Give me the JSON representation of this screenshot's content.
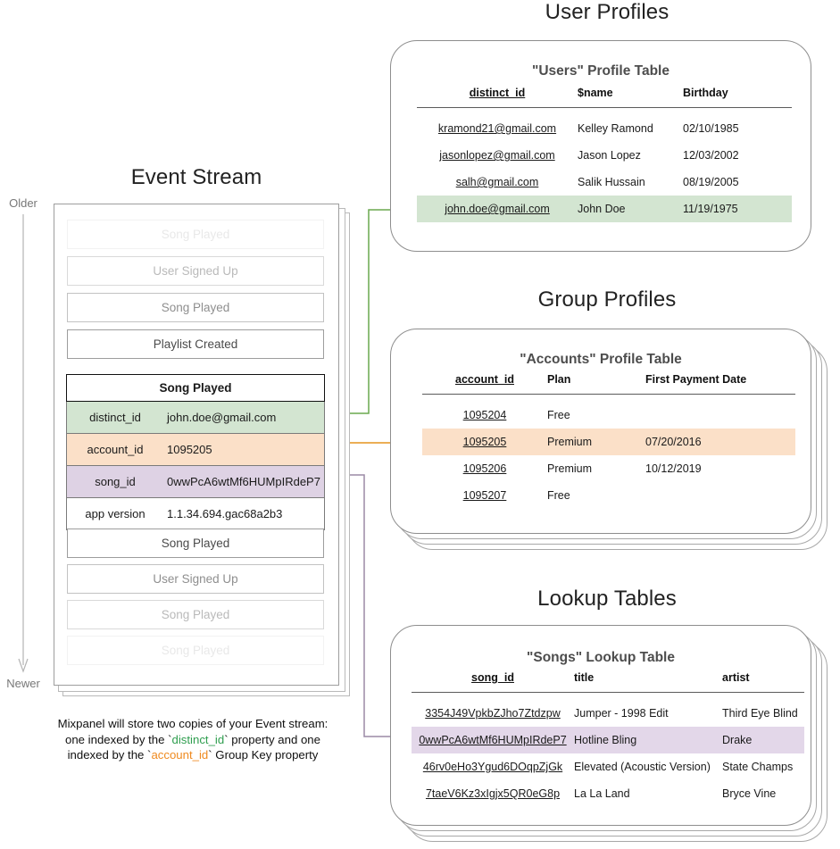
{
  "colors": {
    "green": "#d3e5d1",
    "orange": "#fbe0c8",
    "purple": "#e3d7e9",
    "green_line": "#6aa84f",
    "orange_line": "#e8a33d",
    "purple_line": "#9b8aa6",
    "card_border": "#8e8e8e"
  },
  "event_stream": {
    "title": "Event Stream",
    "axis_top_label": "Older",
    "axis_bottom_label": "Newer",
    "events_above": [
      {
        "label": "Song Played"
      },
      {
        "label": "User Signed Up"
      },
      {
        "label": "Song Played"
      },
      {
        "label": "Playlist Created"
      }
    ],
    "expanded_event": {
      "name": "Song Played",
      "properties": [
        {
          "key": "distinct_id",
          "value": "john.doe@gmail.com",
          "highlight": "green"
        },
        {
          "key": "account_id",
          "value": "1095205",
          "highlight": "orange"
        },
        {
          "key": "song_id",
          "value": "0wwPcA6wtMf6HUMpIRdeP7",
          "highlight": "purple"
        },
        {
          "key": "app version",
          "value": "1.1.34.694.gac68a2b3",
          "highlight": "none"
        }
      ]
    },
    "events_below": [
      {
        "label": "Song Played"
      },
      {
        "label": "User Signed Up"
      },
      {
        "label": "Song Played"
      },
      {
        "label": "Song Played"
      }
    ],
    "caption": {
      "line1": "Mixpanel will store two copies of your Event stream:",
      "line2_pre": "one indexed by the `",
      "line2_token": "distinct_id",
      "line2_post": "` property and one",
      "line3_pre": "indexed by the `",
      "line3_token": "account_id",
      "line3_post": "` Group Key property"
    }
  },
  "user_profiles": {
    "section_title": "User Profiles",
    "table_title": "\"Users\" Profile Table",
    "columns": [
      "distinct_id",
      "$name",
      "Birthday"
    ],
    "rows": [
      {
        "cells": [
          "kramond21@gmail.com",
          "Kelley Ramond",
          "02/10/1985"
        ],
        "highlight": "none"
      },
      {
        "cells": [
          "jasonlopez@gmail.com",
          "Jason Lopez",
          "12/03/2002"
        ],
        "highlight": "none"
      },
      {
        "cells": [
          "salh@gmail.com",
          "Salik Hussain",
          "08/19/2005"
        ],
        "highlight": "none"
      },
      {
        "cells": [
          "john.doe@gmail.com",
          "John Doe",
          "11/19/1975"
        ],
        "highlight": "green"
      }
    ]
  },
  "group_profiles": {
    "section_title": "Group Profiles",
    "table_title": "\"Accounts\" Profile Table",
    "columns": [
      "account_id",
      "Plan",
      "First Payment Date"
    ],
    "rows": [
      {
        "cells": [
          "1095204",
          "Free",
          ""
        ],
        "highlight": "none"
      },
      {
        "cells": [
          "1095205",
          "Premium",
          "07/20/2016"
        ],
        "highlight": "orange"
      },
      {
        "cells": [
          "1095206",
          "Premium",
          "10/12/2019"
        ],
        "highlight": "none"
      },
      {
        "cells": [
          "1095207",
          "Free",
          ""
        ],
        "highlight": "none"
      }
    ]
  },
  "lookup_tables": {
    "section_title": "Lookup Tables",
    "table_title": "\"Songs\" Lookup Table",
    "columns": [
      "song_id",
      "title",
      "artist"
    ],
    "rows": [
      {
        "cells": [
          "3354J49VpkbZJho7Ztdzpw",
          "Jumper - 1998 Edit",
          "Third Eye Blind"
        ],
        "highlight": "none"
      },
      {
        "cells": [
          "0wwPcA6wtMf6HUMpIRdeP7",
          "Hotline Bling",
          "Drake"
        ],
        "highlight": "purple"
      },
      {
        "cells": [
          "46rv0eHo3Ygud6DOqpZjGk",
          "Elevated (Acoustic Version)",
          "State Champs"
        ],
        "highlight": "none"
      },
      {
        "cells": [
          "7taeV6Kz3xIgjx5QR0eG8p",
          "La La Land",
          "Bryce Vine"
        ],
        "highlight": "none"
      }
    ]
  }
}
